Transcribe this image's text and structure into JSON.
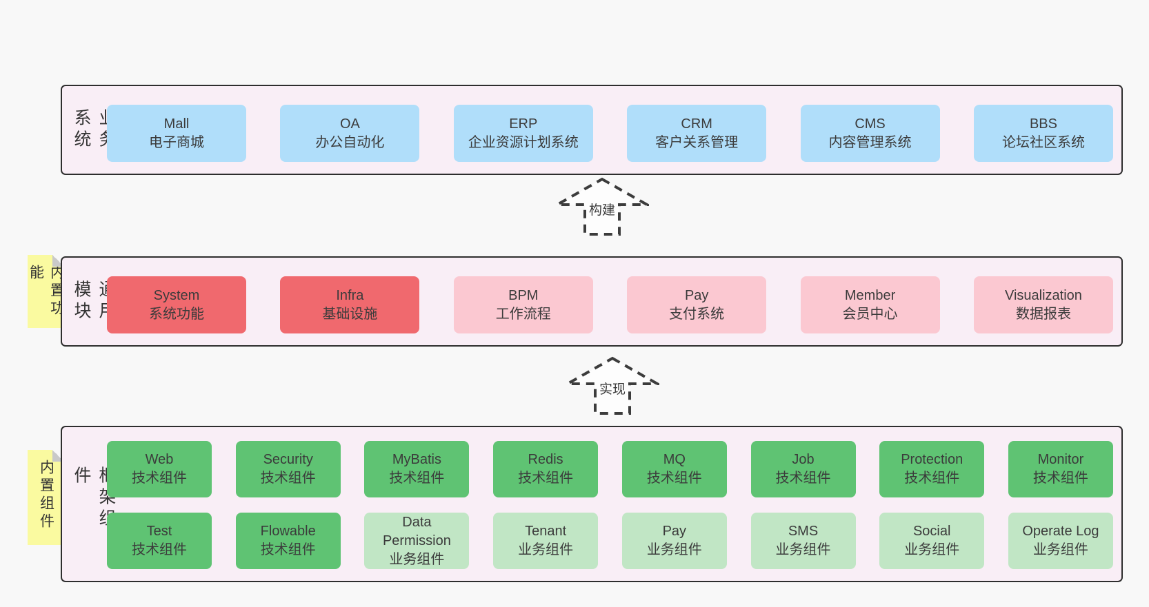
{
  "colors": {
    "pageBg": "#f8f8f8",
    "panelBg": "#f9eef6",
    "panelBorder": "#2e2e2e",
    "blue": "#b0defa",
    "red": "#f0696e",
    "pink": "#fbc8d1",
    "green": "#5fc373",
    "greenLight": "#c1e6c5",
    "stickyYellow": "#fafaa0",
    "stickyFold": "#c9c9c9",
    "arrowStroke": "#3c3c3c",
    "text": "#3b3b3b"
  },
  "arrows": {
    "build": "构建",
    "implement": "实现"
  },
  "layers": {
    "business": {
      "label": "业务系统",
      "boxes": [
        {
          "title": "Mall",
          "subtitle": "电子商城"
        },
        {
          "title": "OA",
          "subtitle": "办公自动化"
        },
        {
          "title": "ERP",
          "subtitle": "企业资源计划系统"
        },
        {
          "title": "CRM",
          "subtitle": "客户关系管理"
        },
        {
          "title": "CMS",
          "subtitle": "内容管理系统"
        },
        {
          "title": "BBS",
          "subtitle": "论坛社区系统"
        }
      ]
    },
    "modules": {
      "label": "通用模块",
      "sticky": "内置功能",
      "boxes": [
        {
          "title": "System",
          "subtitle": "系统功能"
        },
        {
          "title": "Infra",
          "subtitle": "基础设施"
        },
        {
          "title": "BPM",
          "subtitle": "工作流程"
        },
        {
          "title": "Pay",
          "subtitle": "支付系统"
        },
        {
          "title": "Member",
          "subtitle": "会员中心"
        },
        {
          "title": "Visualization",
          "subtitle": "数据报表"
        }
      ]
    },
    "components": {
      "label": "框架组件",
      "sticky": "内置组件",
      "row1": [
        {
          "title": "Web",
          "subtitle": "技术组件"
        },
        {
          "title": "Security",
          "subtitle": "技术组件"
        },
        {
          "title": "MyBatis",
          "subtitle": "技术组件"
        },
        {
          "title": "Redis",
          "subtitle": "技术组件"
        },
        {
          "title": "MQ",
          "subtitle": "技术组件"
        },
        {
          "title": "Job",
          "subtitle": "技术组件"
        },
        {
          "title": "Protection",
          "subtitle": "技术组件"
        },
        {
          "title": "Monitor",
          "subtitle": "技术组件"
        }
      ],
      "row2": [
        {
          "title": "Test",
          "subtitle": "技术组件"
        },
        {
          "title": "Flowable",
          "subtitle": "技术组件"
        },
        {
          "title": "Data Permission",
          "subtitle": "业务组件"
        },
        {
          "title": "Tenant",
          "subtitle": "业务组件"
        },
        {
          "title": "Pay",
          "subtitle": "业务组件"
        },
        {
          "title": "SMS",
          "subtitle": "业务组件"
        },
        {
          "title": "Social",
          "subtitle": "业务组件"
        },
        {
          "title": "Operate Log",
          "subtitle": "业务组件"
        }
      ]
    }
  }
}
